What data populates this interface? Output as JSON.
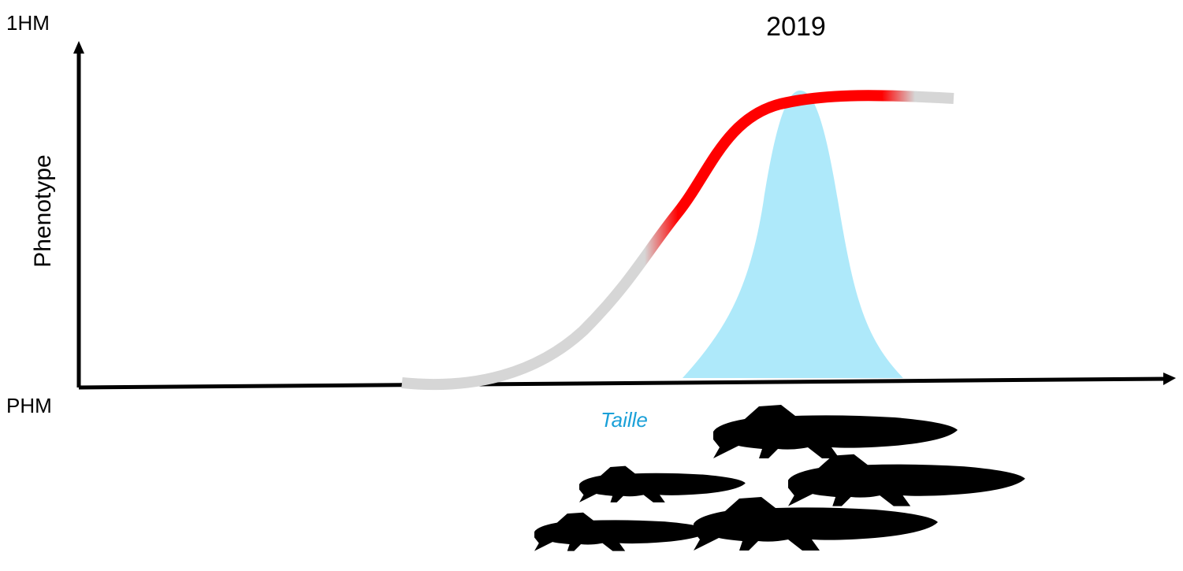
{
  "diagram": {
    "title": "2019",
    "y_axis_top_label": "1HM",
    "y_axis_bottom_label": "PHM",
    "y_axis_label": "Phenotype",
    "x_axis_label": "Taille"
  },
  "colors": {
    "axis": "#000000",
    "curve_base": "#d6d6d6",
    "curve_highlight": "#ff0000",
    "distribution_fill": "#aee9fa",
    "x_axis_label": "#1aa0d8",
    "fish": "#000000"
  },
  "icons": [
    "fish-icon",
    "fish-icon",
    "fish-icon",
    "fish-icon",
    "fish-icon"
  ]
}
